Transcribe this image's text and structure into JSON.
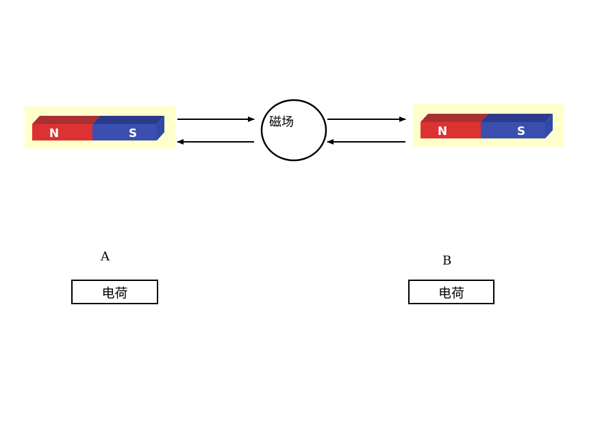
{
  "diagram": {
    "center": {
      "label": "磁场"
    },
    "magnet_left": {
      "north": "N",
      "south": "S"
    },
    "magnet_right": {
      "north": "N",
      "south": "S"
    },
    "charge_a": {
      "marker": "A",
      "label": "电荷"
    },
    "charge_b": {
      "marker": "B",
      "label": "电荷"
    }
  },
  "colors": {
    "magnet_bg": "#ffffcc",
    "north_front": "#dc3232",
    "north_top": "#a83030",
    "south_front": "#3a4fb0",
    "south_top": "#2c3a8c",
    "south_side": "#2e4aa6"
  }
}
